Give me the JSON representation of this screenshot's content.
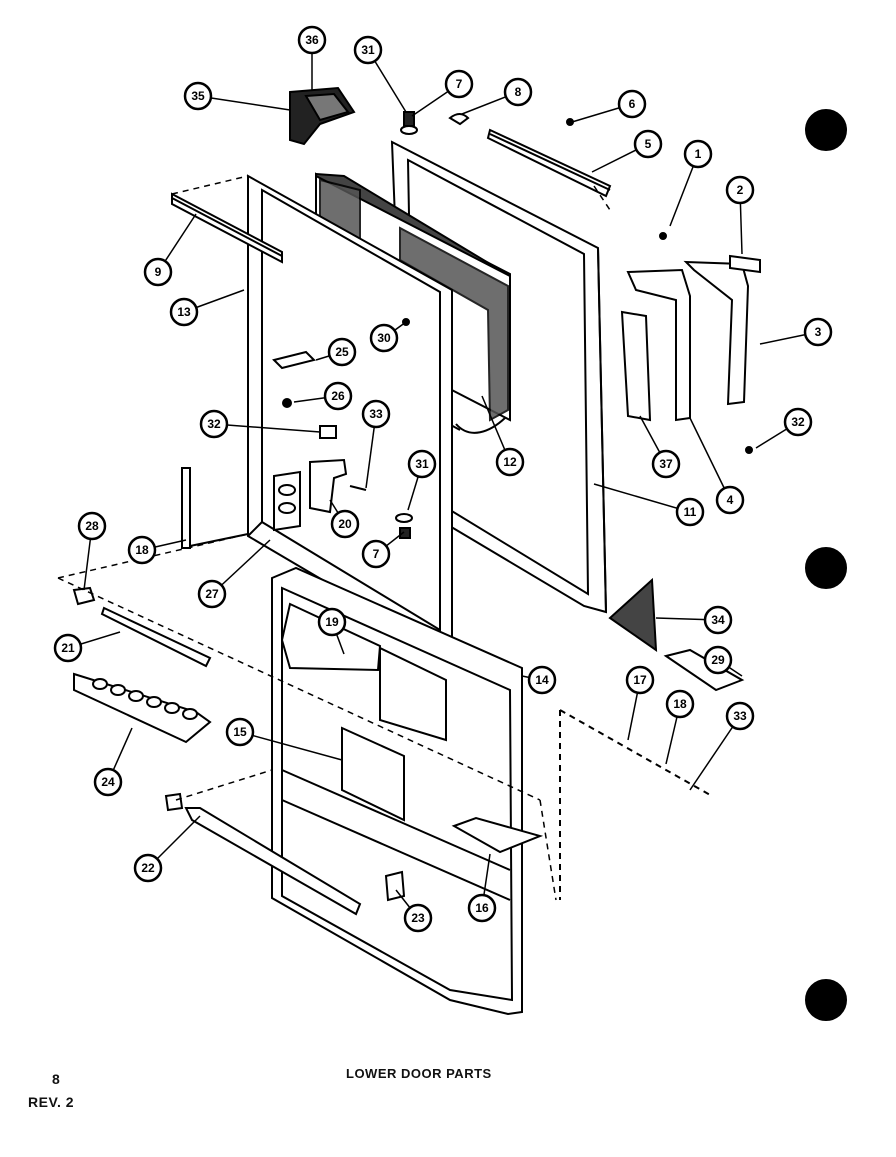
{
  "diagram": {
    "title": "LOWER DOOR PARTS",
    "page_number": "8",
    "revision": "REV. 2",
    "callouts": [
      "36",
      "35",
      "31",
      "7",
      "8",
      "6",
      "5",
      "1",
      "2",
      "9",
      "13",
      "30",
      "3",
      "25",
      "26",
      "32",
      "33",
      "12",
      "32",
      "37",
      "4",
      "31",
      "11",
      "18",
      "29",
      "27",
      "20",
      "7",
      "21",
      "14",
      "34",
      "19",
      "28",
      "17",
      "18",
      "33",
      "24",
      "15",
      "22",
      "16",
      "23"
    ]
  }
}
